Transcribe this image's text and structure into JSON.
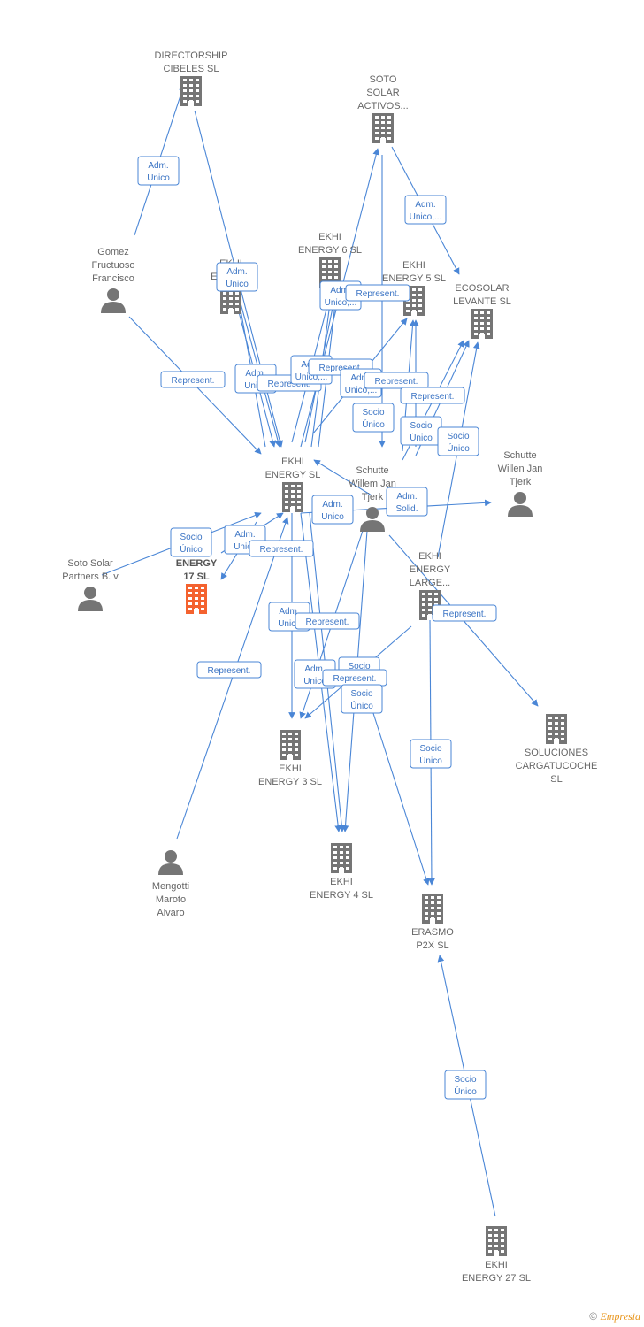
{
  "nodes": [
    {
      "id": "directorship",
      "type": "company",
      "label": [
        "DIRECTORSHIP",
        "CIBELES SL"
      ]
    },
    {
      "id": "soto_activos",
      "type": "company",
      "label": [
        "SOTO",
        "SOLAR",
        "ACTIVOS..."
      ]
    },
    {
      "id": "gomez",
      "type": "person",
      "label": [
        "Gomez",
        "Fructuoso",
        "Francisco"
      ]
    },
    {
      "id": "ekhi_enr",
      "type": "company",
      "label": [
        "EKHI",
        "ENER...L"
      ]
    },
    {
      "id": "ekhi6",
      "type": "company",
      "label": [
        "EKHI",
        "ENERGY 6  SL"
      ]
    },
    {
      "id": "ekhi5",
      "type": "company",
      "label": [
        "EKHI",
        "ENERGY 5  SL"
      ]
    },
    {
      "id": "ecosolar",
      "type": "company",
      "label": [
        "ECOSOLAR",
        "LEVANTE  SL"
      ]
    },
    {
      "id": "ekhi_sl",
      "type": "company",
      "label": [
        "EKHI",
        "ENERGY  SL"
      ]
    },
    {
      "id": "schutte_willem",
      "type": "person",
      "label": [
        "Schutte",
        "Willem Jan",
        "Tjerk"
      ]
    },
    {
      "id": "schutte_willen",
      "type": "person",
      "label": [
        "Schutte",
        "Willen Jan",
        "Tjerk"
      ]
    },
    {
      "id": "ekhi17",
      "type": "company",
      "focus": true,
      "label": [
        "ENERGY",
        "17  SL"
      ]
    },
    {
      "id": "soto_partners",
      "type": "person",
      "label": [
        "Soto Solar",
        "Partners B. v"
      ]
    },
    {
      "id": "ekhi_large",
      "type": "company",
      "label": [
        "EKHI",
        "ENERGY",
        "LARGE..."
      ]
    },
    {
      "id": "soluciones",
      "type": "company",
      "label": [
        "SOLUCIONES",
        "CARGATUCOCHE",
        "SL"
      ]
    },
    {
      "id": "ekhi3",
      "type": "company",
      "label": [
        "EKHI",
        "ENERGY 3  SL"
      ]
    },
    {
      "id": "ekhi4",
      "type": "company",
      "label": [
        "EKHI",
        "ENERGY 4  SL"
      ]
    },
    {
      "id": "mengotti",
      "type": "person",
      "label": [
        "Mengotti",
        "Maroto",
        "Alvaro"
      ]
    },
    {
      "id": "erasmo",
      "type": "company",
      "label": [
        "ERASMO",
        "P2X  SL"
      ]
    },
    {
      "id": "ekhi27",
      "type": "company",
      "label": [
        "EKHI",
        "ENERGY 27  SL"
      ]
    }
  ],
  "relations": [
    {
      "lines": [
        "Adm.",
        "Unico"
      ]
    },
    {
      "lines": [
        "Adm.",
        "Unico,..."
      ]
    },
    {
      "lines": [
        "Adm.",
        "Unico"
      ]
    },
    {
      "lines": [
        "Adm.",
        "Unico,..."
      ]
    },
    {
      "lines": [
        "Represent."
      ]
    },
    {
      "lines": [
        "Represent."
      ]
    },
    {
      "lines": [
        "Adm.",
        "Unico"
      ]
    },
    {
      "lines": [
        "Represent."
      ]
    },
    {
      "lines": [
        "Adm.",
        "Unico,..."
      ]
    },
    {
      "lines": [
        "Represent."
      ]
    },
    {
      "lines": [
        "Adm.",
        "Unico,..."
      ]
    },
    {
      "lines": [
        "Represent."
      ]
    },
    {
      "lines": [
        "Socio",
        "Único"
      ]
    },
    {
      "lines": [
        "Represent."
      ]
    },
    {
      "lines": [
        "Socio",
        "Único"
      ]
    },
    {
      "lines": [
        "Socio",
        "Único"
      ]
    },
    {
      "lines": [
        "Adm.",
        "Unico"
      ]
    },
    {
      "lines": [
        "Adm.",
        "Solid."
      ]
    },
    {
      "lines": [
        "Socio",
        "Único"
      ]
    },
    {
      "lines": [
        "Adm.",
        "Unico"
      ]
    },
    {
      "lines": [
        "Represent."
      ]
    },
    {
      "lines": [
        "Adm.",
        "Unico"
      ]
    },
    {
      "lines": [
        "Represent."
      ]
    },
    {
      "lines": [
        "Represent."
      ]
    },
    {
      "lines": [
        "Represent."
      ]
    },
    {
      "lines": [
        "Adm.",
        "Unico"
      ]
    },
    {
      "lines": [
        "Socio",
        "Único"
      ]
    },
    {
      "lines": [
        "Represent."
      ]
    },
    {
      "lines": [
        "Socio",
        "Único"
      ]
    },
    {
      "lines": [
        "Socio",
        "Único"
      ]
    },
    {
      "lines": [
        "Socio",
        "Único"
      ]
    }
  ],
  "footer": {
    "copyright": "©",
    "brand": "Empresia"
  },
  "colors": {
    "edge": "#4a86d6",
    "node": "#757575",
    "focus": "#f4622f"
  }
}
